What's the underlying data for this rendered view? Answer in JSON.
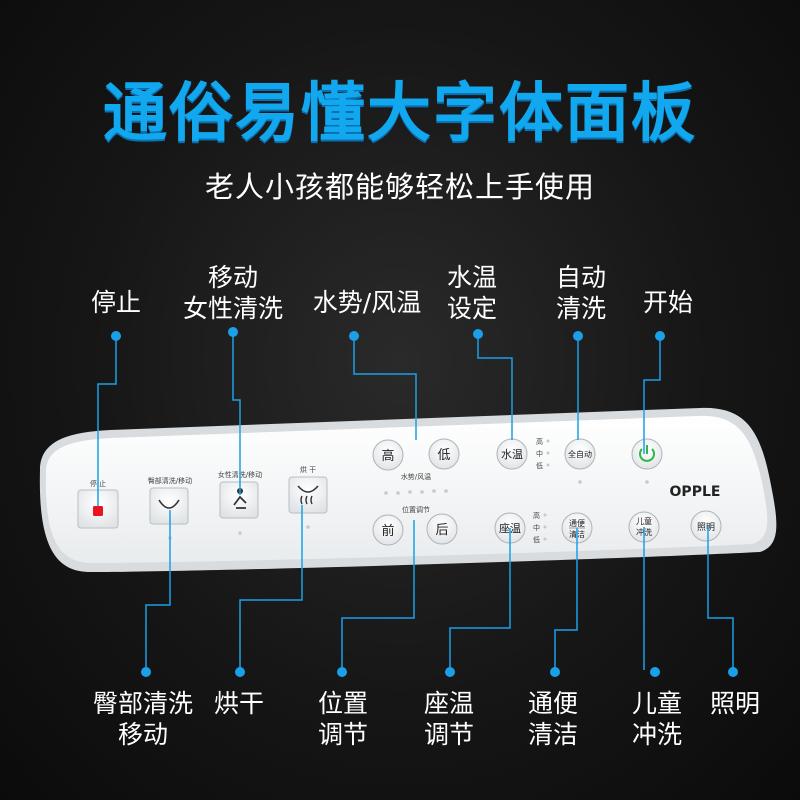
{
  "header": {
    "title": "通俗易懂大字体面板",
    "subtitle": "老人小孩都能够轻松上手使用"
  },
  "callouts_top": {
    "stop": "停止",
    "move_female_line1": "移动",
    "move_female_line2": "女性清洗",
    "water_wind": "水势/风温",
    "water_temp_line1": "水温",
    "water_temp_line2": "设定",
    "auto_line1": "自动",
    "auto_line2": "清洗",
    "start": "开始"
  },
  "callouts_bottom": {
    "hip_line1": "臀部清洗",
    "hip_line2": "移动",
    "dry": "烘干",
    "position_line1": "位置",
    "position_line2": "调节",
    "seat_line1": "座温",
    "seat_line2": "调节",
    "bowel_line1": "通便",
    "bowel_line2": "清洁",
    "child_line1": "儿童",
    "child_line2": "冲洗",
    "light": "照明"
  },
  "panel": {
    "stop_label": "停 止",
    "hip_label": "臀部清洗/移动",
    "female_label": "女性清洗/移动",
    "dry_label": "烘 干",
    "high": "高",
    "low": "低",
    "water_wind_label": "水势/风温",
    "position_label": "位置调节",
    "front": "前",
    "back": "后",
    "water_temp": "水温",
    "seat_temp": "座温",
    "level_high": "高",
    "level_mid": "中",
    "level_low": "低",
    "auto_clean": "全自动",
    "bowel_1": "通便",
    "bowel_2": "清洁",
    "child_1": "儿童",
    "child_2": "冲洗",
    "light": "照明",
    "brand": "OPPLE"
  },
  "colors": {
    "accent": "#12a8f0",
    "dot": "#1aa0e8",
    "stop_red": "#e8141e",
    "start_green": "#2db84a"
  }
}
